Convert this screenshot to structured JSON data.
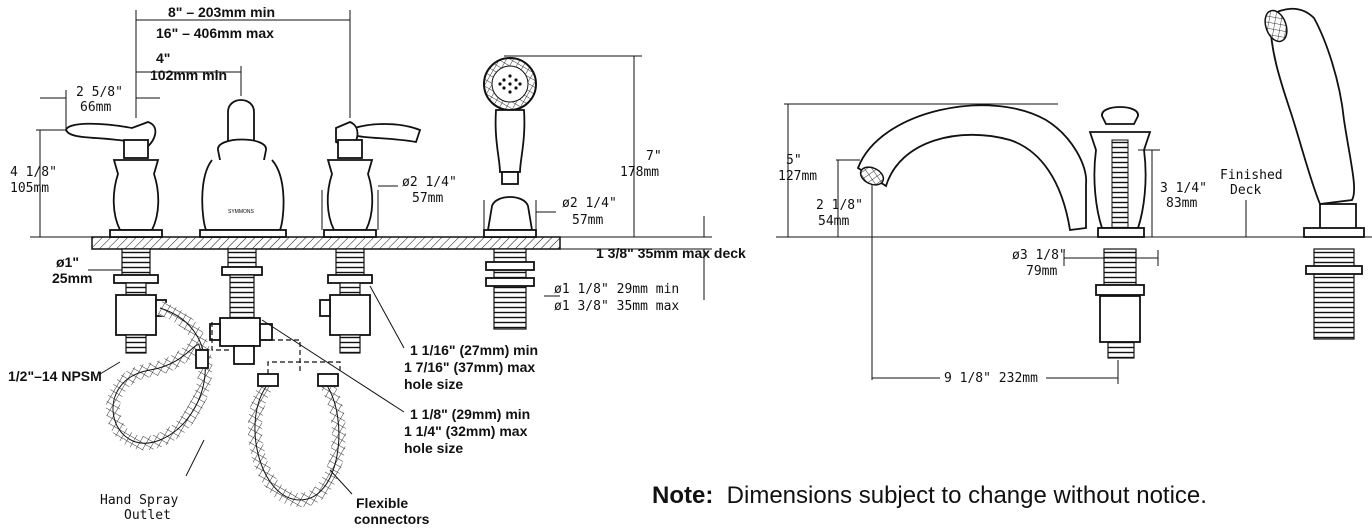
{
  "dims": {
    "spread_min": "8\" – 203mm min",
    "spread_max": "16\" – 406mm max",
    "center_in": "4\"",
    "center_mm": "102mm min",
    "handle_in": "2 5/8\"",
    "handle_mm": "66mm",
    "height_in": "4 1/8\"",
    "height_mm": "105mm",
    "base_in": "ø2 1/4\"",
    "base_mm": "57mm",
    "spray_height_in": "7\"",
    "spray_height_mm": "178mm",
    "spray_base_in": "ø2 1/4\"",
    "spray_base_mm": "57mm",
    "deck": "1 3/8\" 35mm max deck",
    "shank_in": "ø1\"",
    "shank_mm": "25mm",
    "shank_min": "ø1 1/8\" 29mm min",
    "shank_max": "ø1 3/8\" 35mm max",
    "npsm": "1/2\"–14 NPSM",
    "hole1_l1": "1 1/16\" (27mm) min",
    "hole1_l2": "1 7/16\" (37mm) max",
    "hole1_l3": "hole size",
    "hole2_l1": "1 1/8\" (29mm) min",
    "hole2_l2": "1 1/4\" (32mm) max",
    "hole2_l3": "hole size",
    "hand_spray_l1": "Hand Spray",
    "hand_spray_l2": "Outlet",
    "flex_l1": "Flexible",
    "flex_l2": "connectors",
    "side_height_in": "5\"",
    "side_height_mm": "127mm",
    "spout_height_in": "2 1/8\"",
    "spout_height_mm": "54mm",
    "valve_height_in": "3 1/4\"",
    "valve_height_mm": "83mm",
    "valve_base_in": "ø3 1/8\"",
    "valve_base_mm": "79mm",
    "reach": "9 1/8\" 232mm",
    "finished_l1": "Finished",
    "finished_l2": "Deck"
  },
  "note": {
    "label": "Note:",
    "text": "Dimensions subject to change without notice."
  },
  "logo": "SYMMONS"
}
